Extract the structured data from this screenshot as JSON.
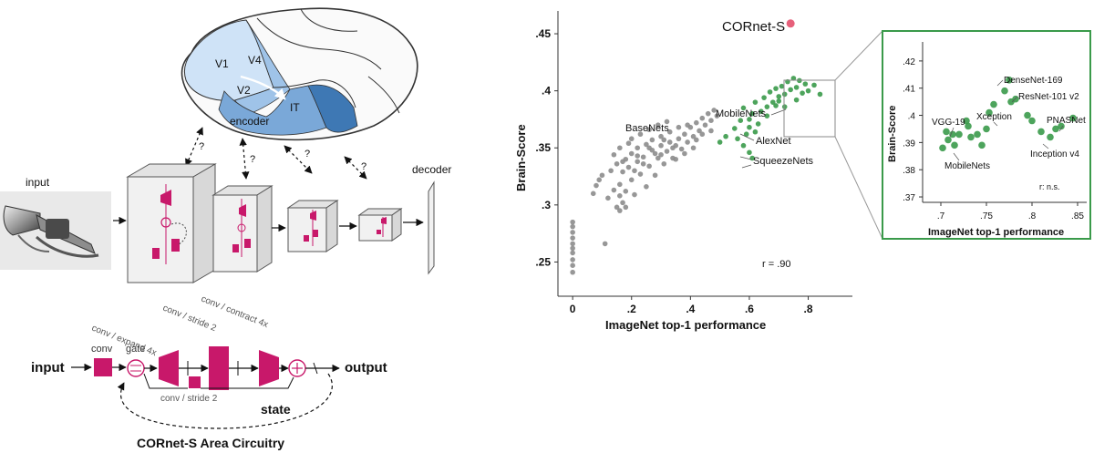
{
  "left_panel": {
    "brain_labels": [
      "V1",
      "V2",
      "V4",
      "IT"
    ],
    "encoder_label": "encoder",
    "decoder_label": "decoder",
    "input_label": "input",
    "question_marks": [
      "?",
      "?",
      "?",
      "?"
    ],
    "circuit": {
      "input": "input",
      "output": "output",
      "conv": "conv",
      "gate": "gate",
      "conv_expand": "conv / expand 4x",
      "conv_stride_top": "conv / stride 2",
      "conv_contract": "conv / contract 4x",
      "conv_stride_bottom": "conv / stride 2",
      "state": "state",
      "caption": "CORnet-S Area Circuitry"
    }
  },
  "main_chart": {
    "ylabel": "Brain-Score",
    "xlabel": "ImageNet top-1 performance",
    "yticks": [
      ".25",
      ".3",
      ".35",
      ".4",
      ".45"
    ],
    "xticks": [
      "0",
      ".2",
      ".4",
      ".6",
      ".8"
    ],
    "highlight_label": "CORnet-S",
    "annotation": "r = .90",
    "group_labels": [
      "BaseNets",
      "MobileNets",
      "AlexNet",
      "SqueezeNets"
    ]
  },
  "inset_chart": {
    "ylabel": "Brain-Score",
    "xlabel": "ImageNet top-1 performance",
    "yticks": [
      ".37",
      ".38",
      ".39",
      ".4",
      ".41",
      ".42"
    ],
    "xticks": [
      ".7",
      ".75",
      ".8",
      ".85"
    ],
    "annotation": "r: n.s.",
    "model_labels": [
      "DenseNet-169",
      "ResNet-101 v2",
      "Xception",
      "PNASNet",
      "VGG-19",
      "MobileNets",
      "Inception v4"
    ]
  },
  "colors": {
    "gray_point": "#8c8c8c",
    "green_point": "#3a9a4a",
    "highlight_point": "#e6607a",
    "accent_magenta": "#c8186a",
    "brain_light": "#cfe3f7",
    "brain_dark": "#3e78b4",
    "inset_border": "#3a9a4a"
  },
  "chart_data": [
    {
      "type": "scatter",
      "xlabel": "ImageNet top-1 performance",
      "ylabel": "Brain-Score",
      "xlim": [
        -0.05,
        0.95
      ],
      "ylim": [
        0.22,
        0.47
      ],
      "series": [
        {
          "name": "",
          "color": "#8c8c8c",
          "points": [
            [
              0.0,
              0.241
            ],
            [
              0.0,
              0.247
            ],
            [
              0.0,
              0.252
            ],
            [
              0.0,
              0.258
            ],
            [
              0.0,
              0.262
            ],
            [
              0.0,
              0.266
            ],
            [
              0.0,
              0.271
            ],
            [
              0.0,
              0.276
            ],
            [
              0.0,
              0.281
            ],
            [
              0.0,
              0.285
            ],
            [
              0.11,
              0.266
            ],
            [
              0.07,
              0.31
            ],
            [
              0.08,
              0.317
            ],
            [
              0.09,
              0.322
            ],
            [
              0.1,
              0.326
            ],
            [
              0.12,
              0.306
            ],
            [
              0.13,
              0.33
            ],
            [
              0.14,
              0.313
            ],
            [
              0.15,
              0.336
            ],
            [
              0.16,
              0.318
            ],
            [
              0.17,
              0.329
            ],
            [
              0.18,
              0.298
            ],
            [
              0.18,
              0.34
            ],
            [
              0.19,
              0.333
            ],
            [
              0.2,
              0.345
            ],
            [
              0.2,
              0.322
            ],
            [
              0.21,
              0.309
            ],
            [
              0.22,
              0.338
            ],
            [
              0.22,
              0.35
            ],
            [
              0.23,
              0.327
            ],
            [
              0.24,
              0.342
            ],
            [
              0.25,
              0.353
            ],
            [
              0.25,
              0.316
            ],
            [
              0.26,
              0.334
            ],
            [
              0.27,
              0.348
            ],
            [
              0.27,
              0.357
            ],
            [
              0.28,
              0.326
            ],
            [
              0.29,
              0.341
            ],
            [
              0.3,
              0.352
            ],
            [
              0.3,
              0.36
            ],
            [
              0.31,
              0.336
            ],
            [
              0.32,
              0.347
            ],
            [
              0.33,
              0.355
            ],
            [
              0.33,
              0.364
            ],
            [
              0.34,
              0.341
            ],
            [
              0.35,
              0.352
            ],
            [
              0.36,
              0.358
            ],
            [
              0.37,
              0.349
            ],
            [
              0.38,
              0.362
            ],
            [
              0.39,
              0.355
            ],
            [
              0.4,
              0.368
            ],
            [
              0.41,
              0.36
            ],
            [
              0.42,
              0.372
            ],
            [
              0.43,
              0.365
            ],
            [
              0.44,
              0.376
            ],
            [
              0.45,
              0.37
            ],
            [
              0.46,
              0.38
            ],
            [
              0.47,
              0.374
            ],
            [
              0.48,
              0.383
            ],
            [
              0.49,
              0.378
            ],
            [
              0.2,
              0.358
            ],
            [
              0.23,
              0.362
            ],
            [
              0.26,
              0.366
            ],
            [
              0.29,
              0.37
            ],
            [
              0.32,
              0.373
            ],
            [
              0.16,
              0.35
            ],
            [
              0.19,
              0.354
            ],
            [
              0.14,
              0.344
            ],
            [
              0.28,
              0.345
            ],
            [
              0.35,
              0.34
            ],
            [
              0.38,
              0.345
            ],
            [
              0.24,
              0.336
            ],
            [
              0.21,
              0.33
            ],
            [
              0.17,
              0.338
            ],
            [
              0.31,
              0.357
            ],
            [
              0.36,
              0.368
            ],
            [
              0.44,
              0.362
            ],
            [
              0.42,
              0.357
            ],
            [
              0.47,
              0.365
            ],
            [
              0.41,
              0.35
            ],
            [
              0.16,
              0.295
            ],
            [
              0.17,
              0.302
            ],
            [
              0.15,
              0.298
            ],
            [
              0.16,
              0.308
            ],
            [
              0.18,
              0.312
            ],
            [
              0.22,
              0.343
            ],
            [
              0.26,
              0.35
            ],
            [
              0.3,
              0.344
            ],
            [
              0.34,
              0.35
            ],
            [
              0.39,
              0.37
            ]
          ]
        },
        {
          "name": "",
          "color": "#3a9a4a",
          "points": [
            [
              0.5,
              0.355
            ],
            [
              0.52,
              0.36
            ],
            [
              0.55,
              0.367
            ],
            [
              0.57,
              0.374
            ],
            [
              0.56,
              0.358
            ],
            [
              0.58,
              0.385
            ],
            [
              0.6,
              0.375
            ],
            [
              0.61,
              0.38
            ],
            [
              0.62,
              0.39
            ],
            [
              0.63,
              0.371
            ],
            [
              0.64,
              0.382
            ],
            [
              0.65,
              0.394
            ],
            [
              0.66,
              0.386
            ],
            [
              0.67,
              0.399
            ],
            [
              0.68,
              0.39
            ],
            [
              0.69,
              0.402
            ],
            [
              0.7,
              0.395
            ],
            [
              0.71,
              0.404
            ],
            [
              0.72,
              0.397
            ],
            [
              0.73,
              0.408
            ],
            [
              0.74,
              0.401
            ],
            [
              0.75,
              0.411
            ],
            [
              0.76,
              0.403
            ],
            [
              0.77,
              0.409
            ],
            [
              0.78,
              0.398
            ],
            [
              0.79,
              0.406
            ],
            [
              0.8,
              0.4
            ],
            [
              0.82,
              0.405
            ],
            [
              0.84,
              0.397
            ],
            [
              0.59,
              0.362
            ],
            [
              0.6,
              0.368
            ],
            [
              0.58,
              0.352
            ],
            [
              0.6,
              0.346
            ],
            [
              0.61,
              0.341
            ],
            [
              0.62,
              0.364
            ],
            [
              0.7,
              0.391
            ],
            [
              0.72,
              0.386
            ],
            [
              0.76,
              0.392
            ],
            [
              0.69,
              0.387
            ],
            [
              0.66,
              0.378
            ]
          ]
        },
        {
          "name": "",
          "color": "#e6607a",
          "points": [
            [
              0.74,
              0.459
            ]
          ]
        }
      ]
    },
    {
      "type": "scatter",
      "xlabel": "ImageNet top-1 performance",
      "ylabel": "Brain-Score",
      "xlim": [
        0.68,
        0.86
      ],
      "ylim": [
        0.368,
        0.427
      ],
      "series": [
        {
          "name": "",
          "color": "#3a9a4a",
          "points": [
            [
              0.702,
              0.388
            ],
            [
              0.708,
              0.391
            ],
            [
              0.713,
              0.393
            ],
            [
              0.706,
              0.394
            ],
            [
              0.715,
              0.389
            ],
            [
              0.72,
              0.393
            ],
            [
              0.728,
              0.398
            ],
            [
              0.733,
              0.392
            ],
            [
              0.74,
              0.393
            ],
            [
              0.75,
              0.395
            ],
            [
              0.753,
              0.401
            ],
            [
              0.758,
              0.404
            ],
            [
              0.77,
              0.409
            ],
            [
              0.775,
              0.413
            ],
            [
              0.777,
              0.405
            ],
            [
              0.782,
              0.406
            ],
            [
              0.795,
              0.4
            ],
            [
              0.8,
              0.398
            ],
            [
              0.81,
              0.394
            ],
            [
              0.82,
              0.392
            ],
            [
              0.826,
              0.395
            ],
            [
              0.832,
              0.396
            ],
            [
              0.845,
              0.399
            ],
            [
              0.73,
              0.396
            ],
            [
              0.745,
              0.389
            ]
          ]
        }
      ]
    }
  ]
}
